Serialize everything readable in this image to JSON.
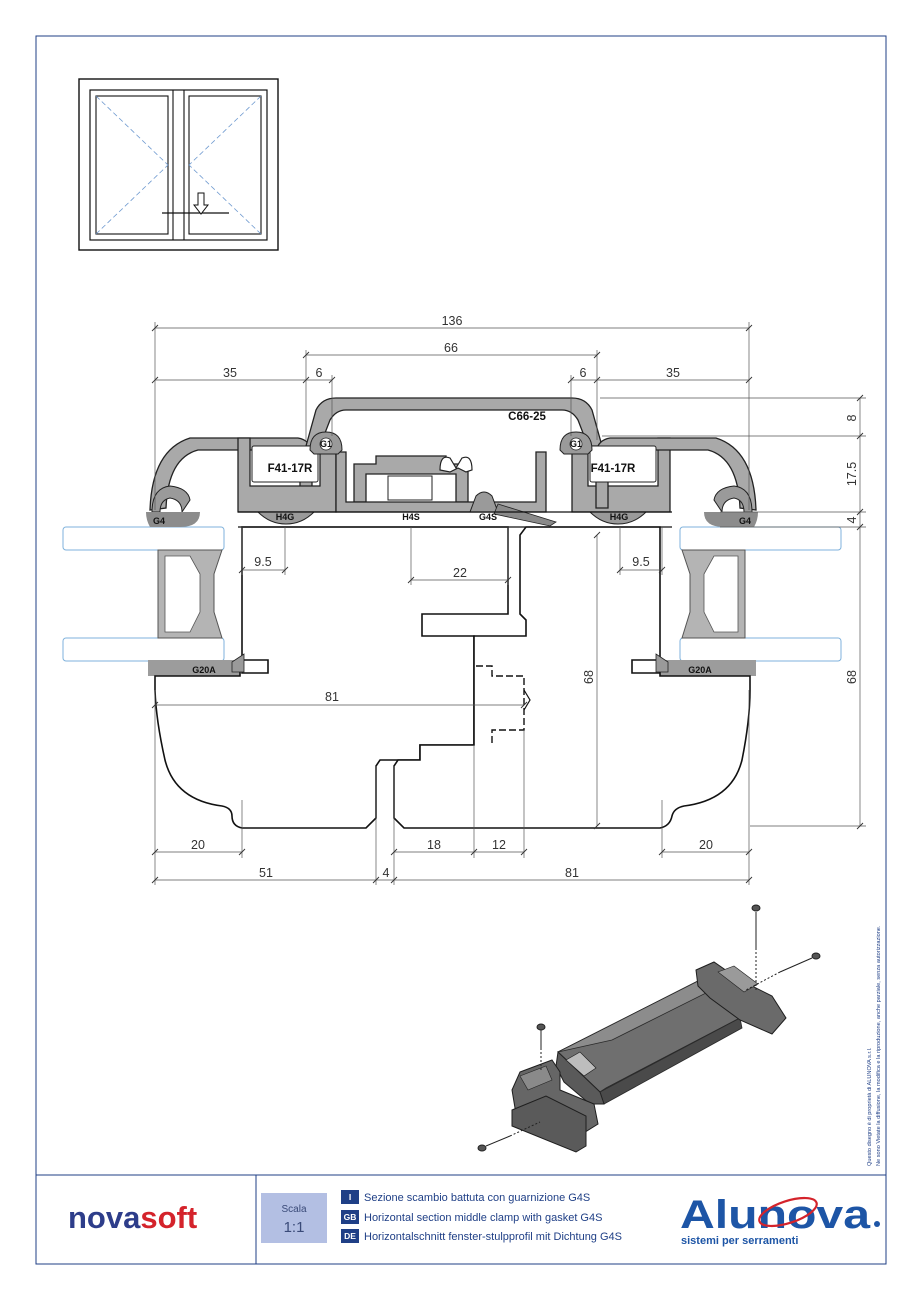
{
  "drawing": {
    "dimensions": {
      "overall_width": "136",
      "middle_width": "66",
      "left_offset": "35",
      "right_offset": "35",
      "left_gap": "6",
      "right_gap": "6",
      "height_top": "8",
      "height_mid": "17.5",
      "height_small": "4",
      "height_right": "68",
      "height_inner": "68",
      "left_inset": "9.5",
      "right_inset": "9.5",
      "center_offset": "22",
      "left_depth": "81",
      "bottom_left_20": "20",
      "bottom_right_20": "20",
      "bottom_18": "18",
      "bottom_12": "12",
      "bottom_51": "51",
      "bottom_4": "4",
      "bottom_81": "81"
    },
    "labels": {
      "c66": "C66-25",
      "f41_left": "F41-17R",
      "f41_right": "F41-17R",
      "g1_left": "G1",
      "g1_right": "G1",
      "g4_left": "G4",
      "g4_right": "G4",
      "h4g_left": "H4G",
      "h4g_right": "H4G",
      "h4s": "H4S",
      "g4s": "G4S",
      "g20a_left": "G20A",
      "g20a_right": "G20A"
    },
    "copyright_line1": "Questo disegno è di proprietà di ALUNOVA s.r.l.",
    "copyright_line2": "Ne sono Vietate la diffusione, la modifica e la riproduzione, anche parziale, senza autorizzazione."
  },
  "footer": {
    "brand_left_a": "nova",
    "brand_left_b": "soft",
    "scale_label": "Scala",
    "scale_value": "1:1",
    "captions": [
      {
        "lang": "I",
        "text": "Sezione scambio battuta con guarnizione G4S"
      },
      {
        "lang": "GB",
        "text": "Horizontal section middle clamp with gasket G4S"
      },
      {
        "lang": "DE",
        "text": "Horizontalschnitt fenster-stulpprofil mit Dichtung G4S"
      }
    ],
    "brand_right": "Alunova",
    "brand_right_tagline": "sistemi per serramenti"
  },
  "colors": {
    "frame_blue": "#1f3f86",
    "novasoft_blue": "#2d3d8a",
    "novasoft_red": "#d4232b",
    "scale_box": "#b3bfe3",
    "alunova_blue": "#1d55a6",
    "profile_gray": "#a9a9a9",
    "glass_blue": "#b8d3ea"
  }
}
